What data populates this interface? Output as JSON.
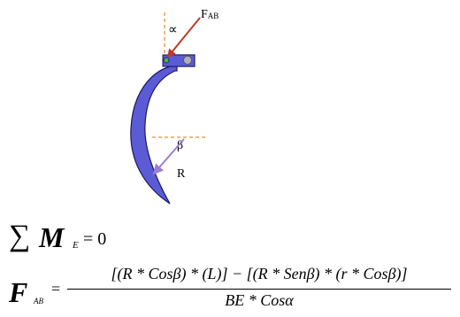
{
  "diagram": {
    "force_label_main": "F",
    "force_label_sub": "AB",
    "alpha_label": "∝",
    "beta_label": "β",
    "r_label": "R",
    "colors": {
      "hook_fill": "#5b5bd6",
      "hook_stroke": "#1a1a5e",
      "force_arrow": "#c0392b",
      "r_arrow": "#9b7fd4",
      "dashed_line": "#f0a050",
      "pivot_green": "#4caf50",
      "pivot_gray": "#b0b0b8"
    }
  },
  "equations": {
    "sum_symbol": "∑",
    "moment_symbol": "M",
    "moment_subscript": "E",
    "sum_rhs": "= 0",
    "force_symbol": "F",
    "force_subscript": "AB",
    "equals": "=",
    "numerator": "[(R * Cosβ) * (L)] − [(R * Senβ) * (r * Cosβ)]",
    "denominator": "BE * Cosα"
  }
}
